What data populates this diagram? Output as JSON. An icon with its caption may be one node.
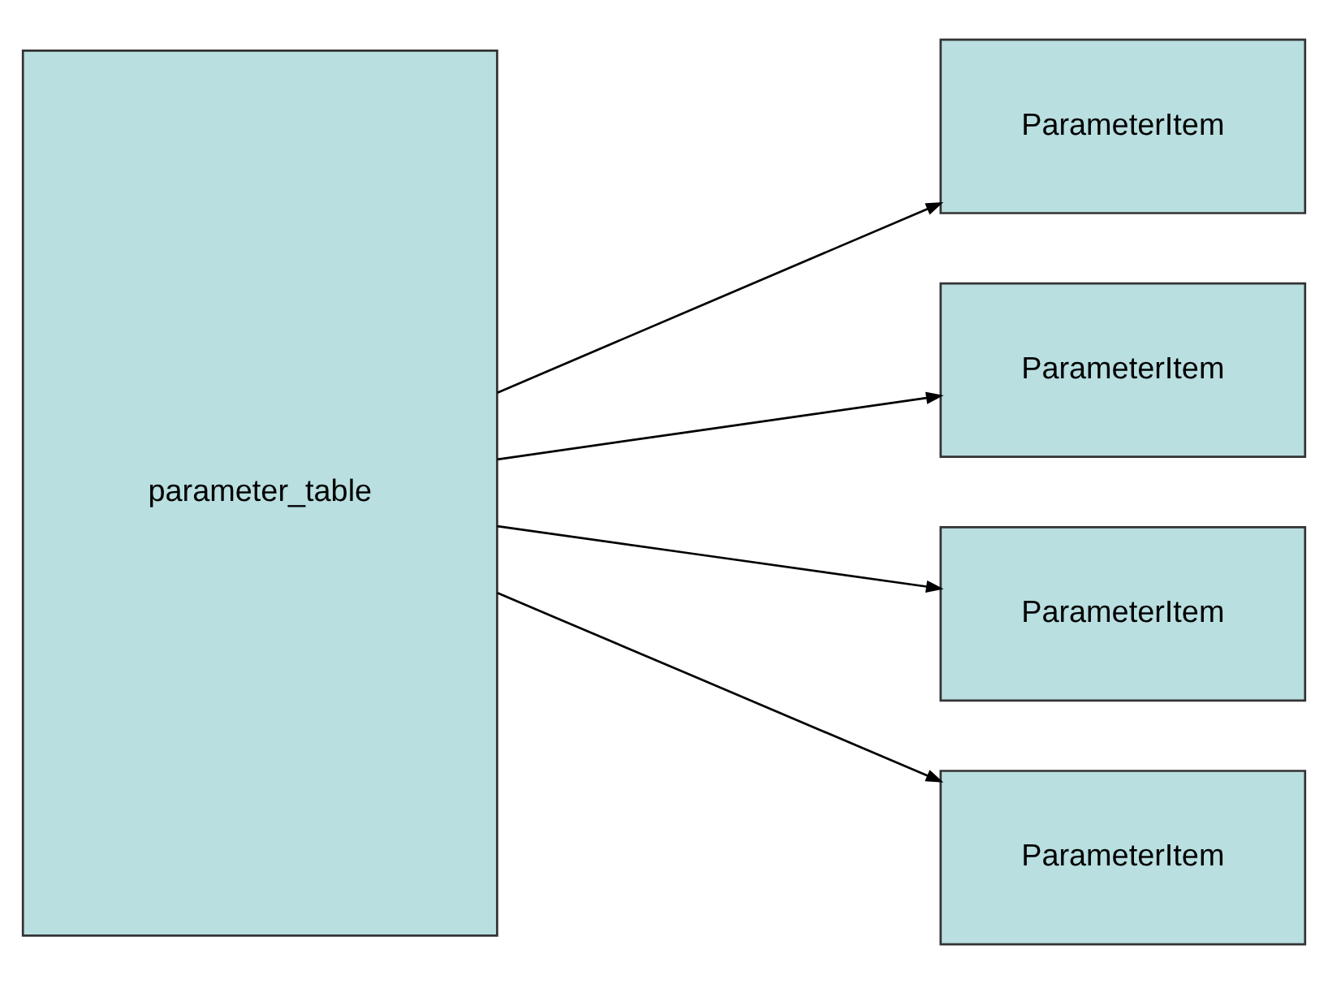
{
  "diagram": {
    "nodes": [
      {
        "text": [
          "parameter_table"
        ]
      },
      {
        "text": [
          "ParameterItem"
        ]
      },
      {
        "text": [
          "ParameterItem"
        ]
      },
      {
        "text": [
          "ParameterItem"
        ]
      },
      {
        "text": [
          "ParameterItem"
        ]
      }
    ],
    "edges": [
      {
        "from": 0,
        "to": 1,
        "arrow": "to"
      },
      {
        "from": 0,
        "to": 2,
        "arrow": "to"
      },
      {
        "from": 0,
        "to": 3,
        "arrow": "to"
      },
      {
        "from": 0,
        "to": 4,
        "arrow": "to"
      }
    ]
  }
}
